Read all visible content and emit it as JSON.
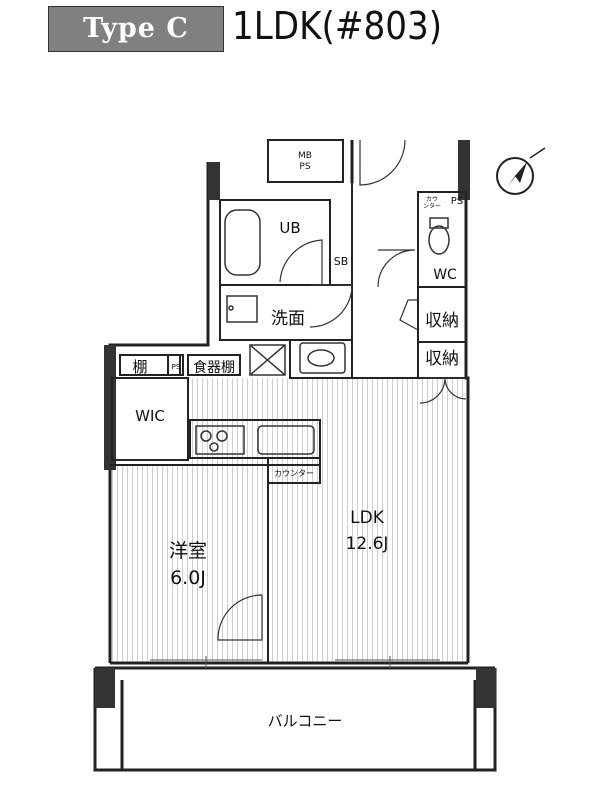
{
  "header": {
    "type_badge": "Type C",
    "plan_title": "1LDK(#803)"
  },
  "colors": {
    "badge": "#808080",
    "wall": "#222222",
    "floor_hatch": "#cccccc"
  },
  "rooms": {
    "mbps": "MB\nPS",
    "ub": "UB",
    "sb": "SB",
    "counter_small": "カウ\nンター",
    "ps_top": "PS",
    "wc": "WC",
    "senmen": "洗面",
    "shuno1": "収納",
    "shuno2": "収納",
    "tana": "棚",
    "ps_mid": "PS",
    "shokkidana": "食器棚",
    "wic": "WIC",
    "counter_kitchen": "カウンター",
    "ldk_name": "LDK",
    "ldk_size": "12.6J",
    "yoshitsu_name": "洋室",
    "yoshitsu_size": "6.0J",
    "balcony": "バルコニー"
  },
  "icons": {
    "north": "north-arrow-icon"
  }
}
